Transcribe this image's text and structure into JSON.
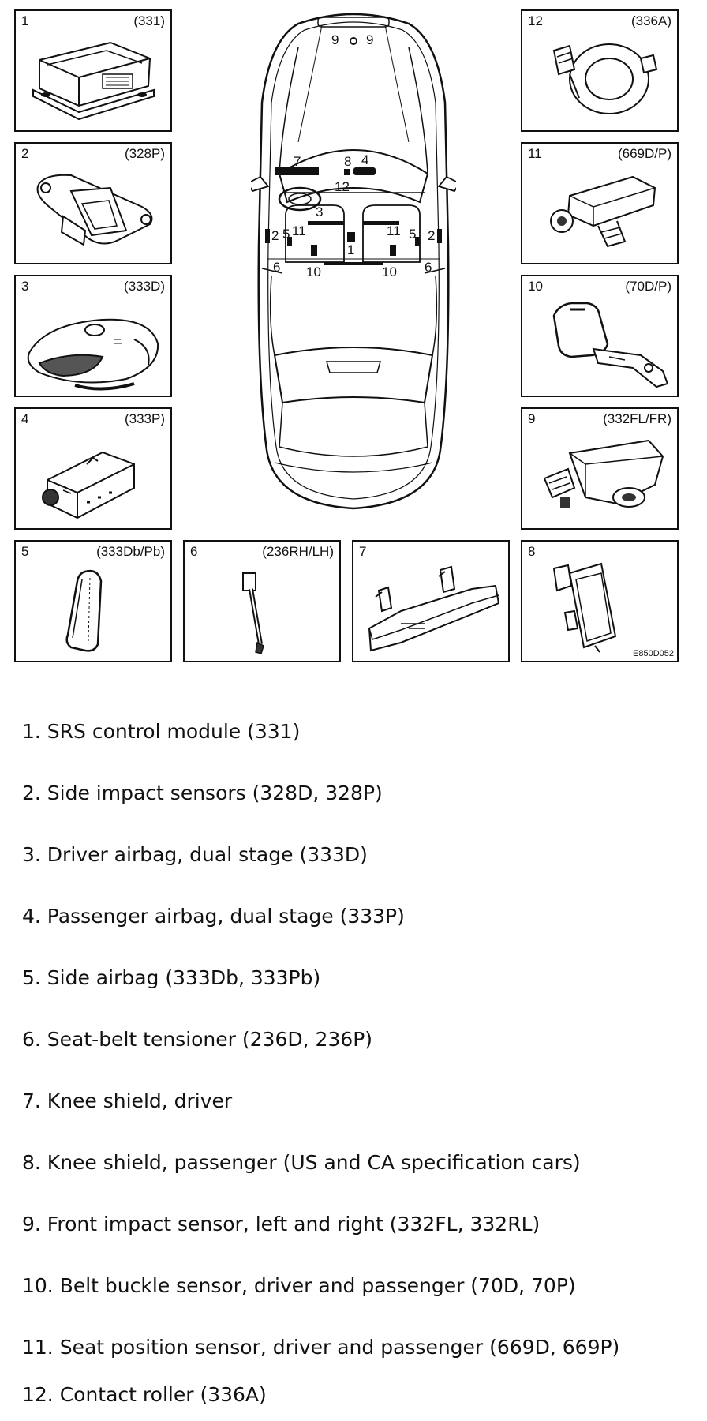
{
  "panels": [
    {
      "num": "1",
      "code": "(331)"
    },
    {
      "num": "2",
      "code": "(328P)"
    },
    {
      "num": "3",
      "code": "(333D)"
    },
    {
      "num": "4",
      "code": "(333P)"
    },
    {
      "num": "5",
      "code": "(333Db/Pb)"
    },
    {
      "num": "6",
      "code": "(236RH/LH)"
    },
    {
      "num": "7",
      "code": ""
    },
    {
      "num": "8",
      "code": ""
    },
    {
      "num": "9",
      "code": "(332FL/FR)"
    },
    {
      "num": "10",
      "code": "(70D/P)"
    },
    {
      "num": "11",
      "code": "(669D/P)"
    },
    {
      "num": "12",
      "code": "(336A)"
    }
  ],
  "ref_code": "E850D052",
  "car_labels": {
    "l9a": "9",
    "l9b": "9",
    "l7": "7",
    "l8": "8",
    "l4": "4",
    "l12": "12",
    "l3": "3",
    "l11a": "11",
    "l11b": "11",
    "l1": "1",
    "l2a": "2",
    "l2b": "2",
    "l5a": "5",
    "l5b": "5",
    "l6a": "6",
    "l6b": "6",
    "l10a": "10",
    "l10b": "10"
  },
  "legend": [
    "1.  SRS control module (331)",
    "2.  Side impact sensors (328D, 328P)",
    "3.  Driver airbag, dual stage (333D)",
    "4.  Passenger airbag, dual stage (333P)",
    "5.  Side airbag (333Db, 333Pb)",
    "6.  Seat-belt tensioner (236D, 236P)",
    "7.  Knee shield, driver",
    "8.  Knee shield, passenger (US and CA specification cars)",
    "9.  Front impact sensor, left and right (332FL, 332RL)",
    "10. Belt buckle sensor, driver and passenger (70D, 70P)",
    "11. Seat position sensor, driver and passenger (669D, 669P)",
    "12. Contact roller (336A)"
  ]
}
